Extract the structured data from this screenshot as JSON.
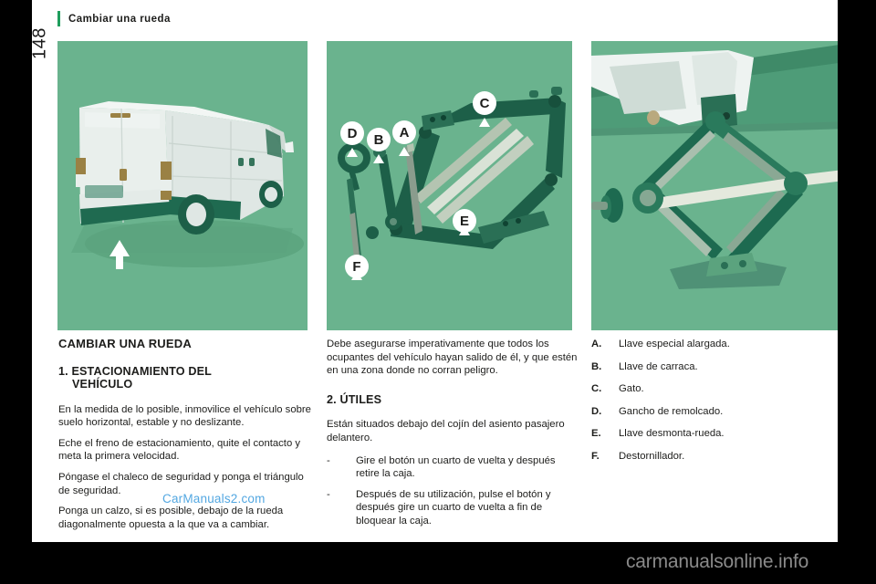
{
  "page": {
    "number": "148",
    "header_title": "Cambiar una rueda",
    "accent_green": "#1f9e5d",
    "panel_green": "#6ab38e"
  },
  "panels": {
    "left": {
      "name": "van-rear-illustration",
      "caption": "Furgoneta blanca vista desde atrás con flecha blanca señalando la rueda"
    },
    "middle": {
      "name": "tools-and-jack-illustration",
      "callouts": [
        "D",
        "B",
        "A",
        "C",
        "E",
        "F"
      ]
    },
    "right": {
      "name": "jack-under-vehicle-illustration",
      "caption": "Gato colocado bajo el vehículo"
    }
  },
  "left_column": {
    "heading": "CAMBIAR UNA RUEDA",
    "subheading_line1": "1. ESTACIONAMIENTO DEL",
    "subheading_line2": "VEHÍCULO",
    "paragraphs": [
      "En la medida de lo posible, inmovilice el vehículo sobre suelo horizontal, estable y no deslizante.",
      "Eche el freno de estacionamiento, quite el contacto y meta la primera velocidad.",
      "Póngase el chaleco de seguridad y ponga el triángulo de seguridad.",
      "Ponga un calzo, si es posible, debajo de la rueda diagonalmente opuesta a la que va a cambiar."
    ]
  },
  "middle_column": {
    "intro": "Debe asegurarse imperativamente que todos los ocupantes del vehículo hayan salido de él, y que estén en una zona donde no corran peligro.",
    "subheading": "2. ÚTILES",
    "paragraph": "Están situados debajo del cojín del asiento pasajero delantero.",
    "bullet_mark": "-",
    "bullets": [
      "Gire el botón un cuarto de vuelta y después retire la caja.",
      "Después de su utilización, pulse el botón y después gire un cuarto de vuelta a fin de bloquear la caja."
    ]
  },
  "right_column": {
    "items": [
      {
        "key": "A.",
        "label": "Llave especial alargada."
      },
      {
        "key": "B.",
        "label": "Llave de carraca."
      },
      {
        "key": "C.",
        "label": "Gato."
      },
      {
        "key": "D.",
        "label": "Gancho de remolcado."
      },
      {
        "key": "E.",
        "label": "Llave desmonta-rueda."
      },
      {
        "key": "F.",
        "label": "Destornillador."
      }
    ]
  },
  "watermarks": {
    "body": "CarManuals2.com",
    "footer": "carmanualsonline.info",
    "body_color": "#4aa3e0",
    "footer_color": "#8a8a8a"
  }
}
